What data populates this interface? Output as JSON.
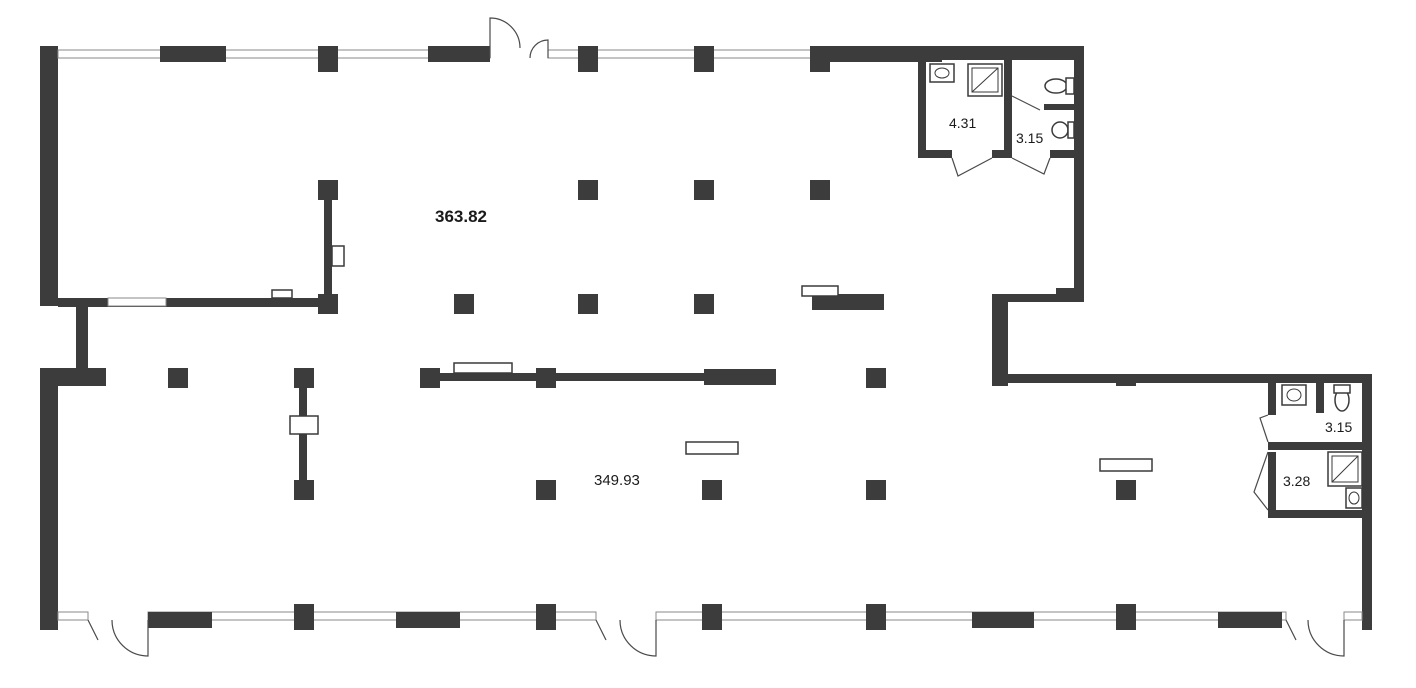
{
  "colors": {
    "wall": "#3c3c3c",
    "window": "#8a8a8a",
    "background": "#ffffff"
  },
  "rooms": [
    {
      "id": "hall-upper",
      "area": "363.82"
    },
    {
      "id": "hall-lower",
      "area": "349.93"
    },
    {
      "id": "bathroom-upper",
      "area": "4.31"
    },
    {
      "id": "toilet-upper",
      "area": "3.15"
    },
    {
      "id": "toilet-lower",
      "area": "3.15"
    },
    {
      "id": "bathroom-lower",
      "area": "3.28"
    }
  ],
  "icons": [
    "sink-icon",
    "shower-icon",
    "toilet-icon",
    "door-swing-icon"
  ]
}
